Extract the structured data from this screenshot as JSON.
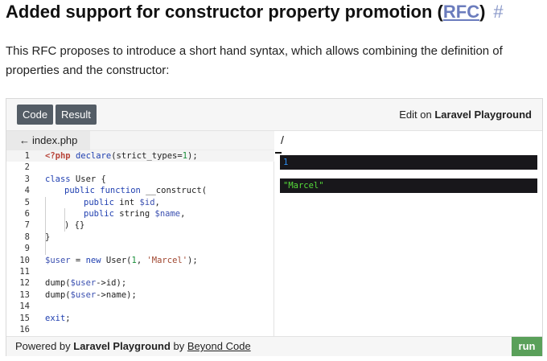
{
  "heading": {
    "text_before": "Added support for constructor property promotion (",
    "link": "RFC",
    "text_after": ")",
    "anchor": "#"
  },
  "paragraph": "This RFC proposes to introduce a short hand syntax, which allows combining the definition of properties and the constructor:",
  "toolbar": {
    "code_label": "Code",
    "result_label": "Result",
    "edit_prefix": "Edit on ",
    "edit_brand": "Laravel Playground"
  },
  "editor": {
    "tab_label": "index.php",
    "lines": [
      "1",
      "2",
      "3",
      "4",
      "5",
      "6",
      "7",
      "8",
      "9",
      "10",
      "11",
      "12",
      "13",
      "14",
      "15",
      "16"
    ]
  },
  "code": {
    "l1_php": "<?php",
    "l1_kw": "declare",
    "l1_a": "(strict_types=",
    "l1_num": "1",
    "l1_b": ");",
    "l3_kw": "class",
    "l3_rest": " User {",
    "l4_kw1": "public",
    "l4_kw2": "function",
    "l4_rest": " __construct(",
    "l5_kw": "public",
    "l5_type": " int ",
    "l5_var": "$id",
    "l5_rest": ",",
    "l6_kw": "public",
    "l6_type": " string ",
    "l6_var": "$name",
    "l6_rest": ",",
    "l7": ") {}",
    "l8": "}",
    "l10_var": "$user",
    "l10_a": " = ",
    "l10_kw": "new",
    "l10_b": " User(",
    "l10_num": "1",
    "l10_c": ", ",
    "l10_str": "'Marcel'",
    "l10_d": ");",
    "l12_a": "dump(",
    "l12_var": "$user",
    "l12_b": "->id);",
    "l13_a": "dump(",
    "l13_var": "$user",
    "l13_b": "->name);",
    "l15_kw": "exit",
    "l15_rest": ";"
  },
  "result": {
    "path": "/",
    "dump1": "1",
    "dump2": "\"Marcel\""
  },
  "footer": {
    "prefix": "Powered by ",
    "brand": "Laravel Playground",
    "middle": " by ",
    "link": "Beyond Code",
    "run_label": "run"
  },
  "colors": {
    "link": "#6b7cbd",
    "toolbar_button": "#545d66",
    "run_button": "#5aa05a",
    "dump_background": "#18171b",
    "dump_number": "#2d8df0",
    "dump_string": "#56db3a"
  }
}
